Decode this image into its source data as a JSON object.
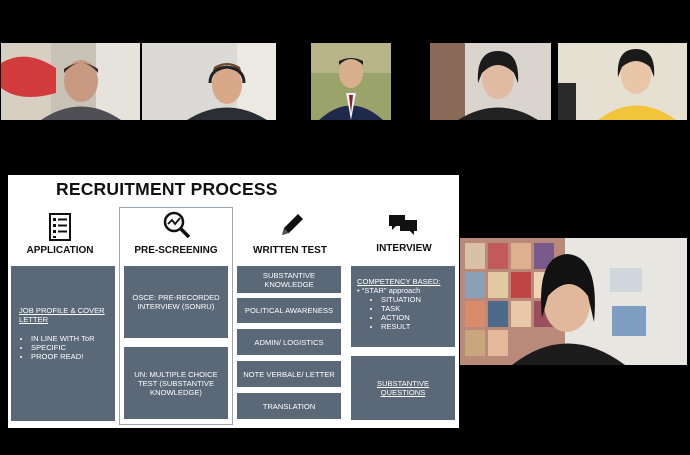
{
  "slide": {
    "title": "RECRUITMENT PROCESS",
    "columns": [
      {
        "heading": "APPLICATION",
        "icon": "checklist-icon"
      },
      {
        "heading": "PRE-SCREENING",
        "icon": "magnifier-chart-icon"
      },
      {
        "heading": "WRITTEN TEST",
        "icon": "pencil-icon"
      },
      {
        "heading": "INTERVIEW",
        "icon": "speech-bubbles-icon"
      }
    ],
    "application": {
      "title": "JOB PROFILE & COVER LETTER",
      "bullets": [
        "IN LINE WITH ToR",
        "SPECIFIC",
        "PROOF READ!"
      ]
    },
    "prescreening": {
      "box1": "OSCE: PRE-RECORDED INTERVIEW (SONRU)",
      "box2": "UN: MULTIPLE CHOICE TEST (SUBSTANTIVE KNOWLEDGE)"
    },
    "written": {
      "items": [
        "SUBSTANTIVE KNOWLEDGE",
        "POLITICAL AWARENESS",
        "ADMIN/ LOGISTICS",
        "NOTE VERBALE/ LETTER",
        "TRANSLATION"
      ]
    },
    "interview": {
      "competency": "COMPETENCY BASED:",
      "star": "“STAR” approach",
      "steps": [
        "SITUATION",
        "TASK",
        "ACTION",
        "RESULT"
      ],
      "substantive": "SUBSTANTIVE QUESTIONS"
    }
  },
  "colors": {
    "box": "#5b6877",
    "background": "#000000"
  }
}
